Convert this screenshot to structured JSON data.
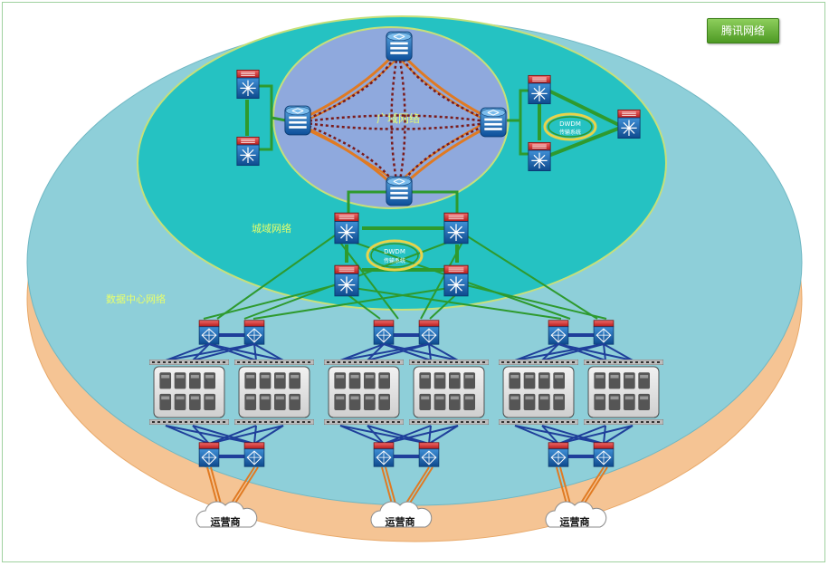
{
  "badge": {
    "label": "腾讯网络"
  },
  "zones": {
    "wan": "广域网络",
    "metro": "城域网络",
    "datacenter": "数据中心网络"
  },
  "dwdm": {
    "title": "DWDM",
    "subtitle": "传输系统"
  },
  "carrier_label": "运营商",
  "colors": {
    "outer_disk": "#8ecfd9",
    "outer_rim": "#f5c494",
    "metro_disk": "#25c2c2",
    "wan_disk": "#8fa9dd",
    "green_link": "#2e9a2e",
    "blue_link": "#1f3f9a",
    "orange_link": "#e07a22",
    "dotted_link": "#7a1a1a",
    "badge": "#6ab43a"
  }
}
